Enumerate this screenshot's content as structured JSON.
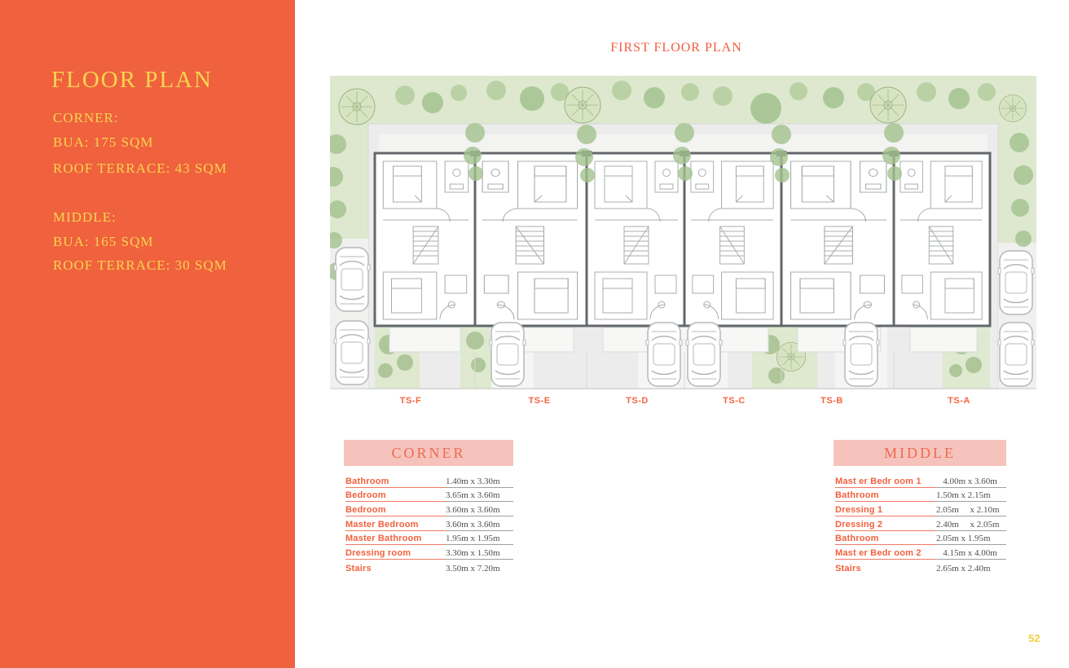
{
  "page": {
    "number": "52"
  },
  "sidebar": {
    "title": "FLOOR PLAN",
    "sections": [
      {
        "label": "CORNER:",
        "bua": "BUA: 175 SQM",
        "roof": "ROOF TERRACE: 43 SQM"
      },
      {
        "label": "MIDDLE:",
        "bua": "BUA: 165 SQM",
        "roof": "ROOF TERRACE: 30  SQM"
      }
    ]
  },
  "plan": {
    "title": "FIRST FLOOR PLAN",
    "unit_labels": [
      "TS-F",
      "TS-E",
      "TS-D",
      "TS-C",
      "TS-B",
      "TS-A"
    ]
  },
  "tables": [
    {
      "title": "CORNER",
      "rows": [
        {
          "name": "Bathroom",
          "dim": "1.40m x 3.30m"
        },
        {
          "name": "Bedroom",
          "dim": "3.65m x 3.60m"
        },
        {
          "name": "Bedroom",
          "dim": "3.60m x 3.60m"
        },
        {
          "name": "Master Bedroom",
          "dim": "3.60m x 3.60m"
        },
        {
          "name": "Master Bathroom",
          "dim": "1.95m x 1.95m"
        },
        {
          "name": "Dressing room",
          "dim": "3.30m x 1.50m"
        },
        {
          "name": "Stairs",
          "dim": "3.50m x 7.20m"
        }
      ]
    },
    {
      "title": "MIDDLE",
      "rows": [
        {
          "name": "Mast er Bedr oom 1",
          "dim": "   4.00m x 3.60m"
        },
        {
          "name": "Bathroom",
          "dim": "1.50m x 2.15m"
        },
        {
          "name": "Dressing 1",
          "dim": "2.05m     x 2.10m"
        },
        {
          "name": "Dressing 2",
          "dim": "2.40m     x 2.05m"
        },
        {
          "name": "Bathroom",
          "dim": "2.05m x 1.95m"
        },
        {
          "name": "Mast er Bedr oom 2",
          "dim": "   4.15m x 4.00m"
        },
        {
          "name": "Stairs",
          "dim": "2.65m x 2.40m"
        }
      ]
    }
  ],
  "colors": {
    "sidebar_orange": "#F0613E",
    "accent_orange": "#F25C3F",
    "header_pink": "#F6C3BC",
    "title_yellow": "#F7D54F",
    "dim_text": "#4F4F4F",
    "plan_green": "#DDE8CE",
    "court_gray": "#ECECEC"
  }
}
